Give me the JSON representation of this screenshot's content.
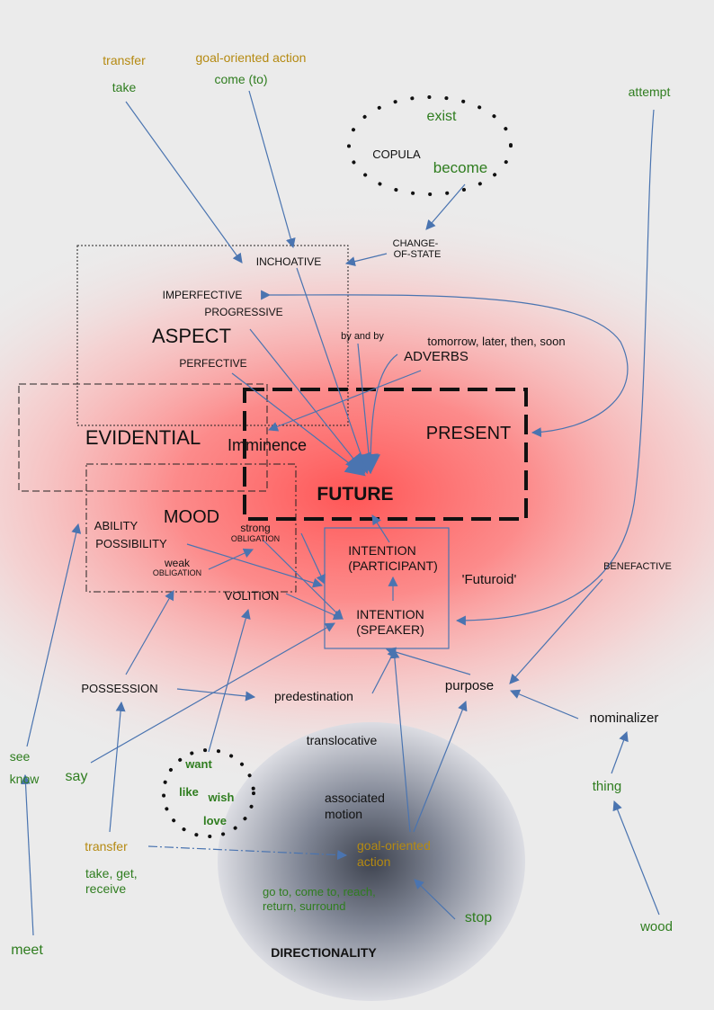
{
  "colors": {
    "background": "#ebebeb",
    "glow": "#ff5c5c",
    "arrow": "#4a74b0",
    "green_text": "#2f7d1f",
    "orange_text": "#b58a12",
    "dark_text": "#111111",
    "sphere_light": "#dcdde3",
    "sphere_dark": "#3e434f"
  },
  "top": {
    "transfer": "transfer",
    "take": "take",
    "goal_oriented_action": "goal-oriented action",
    "come_to": "come (to)",
    "attempt": "attempt"
  },
  "copula_cycle": {
    "exist": "exist",
    "copula": "COPULA",
    "become": "become",
    "change_of_state_line1": "CHANGE-",
    "change_of_state_line2": "OF-STATE"
  },
  "aspect_box": {
    "inchoative": "INCHOATIVE",
    "imperfective": "IMPERFECTIVE",
    "progressive": "PROGRESSIVE",
    "aspect": "ASPECT",
    "perfective": "PERFECTIVE"
  },
  "adverbs": {
    "by_and_by": "by and by",
    "temporal": "tomorrow, later, then, soon",
    "label": "ADVERBS"
  },
  "evidential": "EVIDENTIAL",
  "imminence": "Imminence",
  "present": "PRESENT",
  "future": "FUTURE",
  "mood_box": {
    "mood": "MOOD",
    "ability": "ABILITY",
    "possibility": "POSSIBILITY",
    "weak": "weak",
    "weak_obligation": "OBLIGATION",
    "strong": "strong",
    "strong_obligation": "OBLIGATION",
    "volition": "VOLITION"
  },
  "intention_box": {
    "participant_line1": "INTENTION",
    "participant_line2": "(PARTICIPANT)",
    "speaker_line1": "INTENTION",
    "speaker_line2": "(SPEAKER)"
  },
  "futuroid": "'Futuroid'",
  "benefactive": "BENEFACTIVE",
  "possession": "POSSESSION",
  "predestination": "predestination",
  "purpose": "purpose",
  "nominalizer": "nominalizer",
  "thing": "thing",
  "wood": "wood",
  "see": "see",
  "know": "know",
  "say": "say",
  "meet": "meet",
  "translocative": "translocative",
  "volition_cycle": {
    "want": "want",
    "like": "like",
    "wish": "wish",
    "love": "love"
  },
  "bottom_left": {
    "transfer": "transfer",
    "take_get_line1": "take, get,",
    "take_get_line2": "receive"
  },
  "directionality": {
    "associated_line1": "associated",
    "associated_line2": "motion",
    "goal_line1": "goal-oriented",
    "goal_line2": "action",
    "motion_verbs_line1": "go to, come to, reach,",
    "motion_verbs_line2": "return, surround",
    "stop": "stop",
    "label": "DIRECTIONALITY"
  }
}
